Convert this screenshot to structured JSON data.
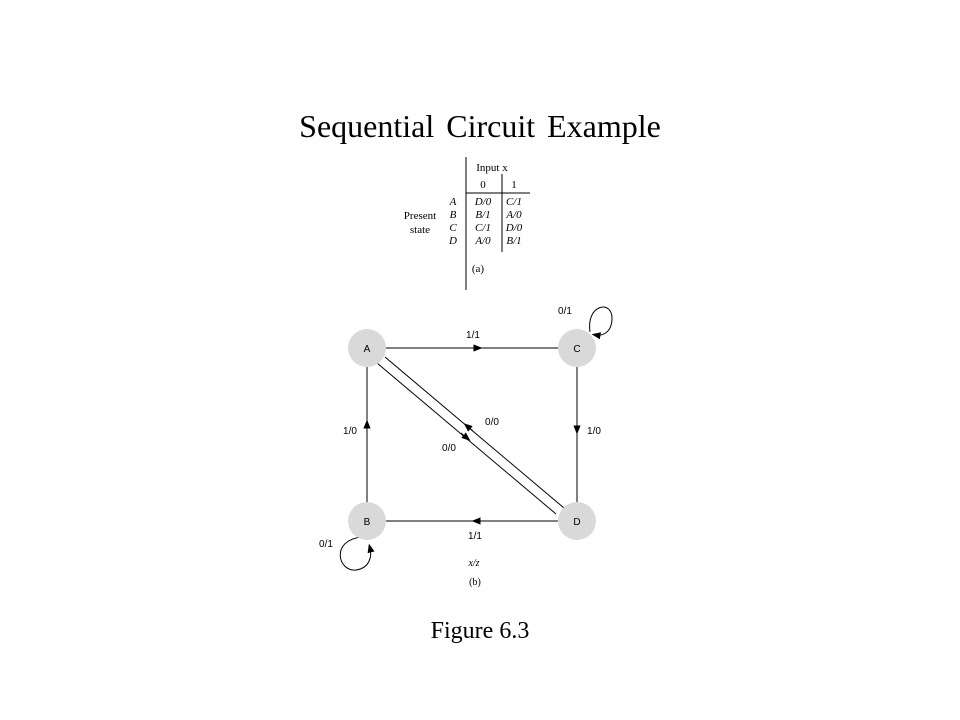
{
  "title": "Sequential Circuit Example",
  "caption": "Figure 6.3",
  "table": {
    "column_header": "Input x",
    "input_values": [
      "0",
      "1"
    ],
    "row_header_line1": "Present",
    "row_header_line2": "state",
    "rows": [
      {
        "state": "A",
        "x0": "D/0",
        "x1": "C/1"
      },
      {
        "state": "B",
        "x0": "B/1",
        "x1": "A/0"
      },
      {
        "state": "C",
        "x0": "C/1",
        "x1": "D/0"
      },
      {
        "state": "D",
        "x0": "A/0",
        "x1": "B/1"
      }
    ],
    "sublabel": "(a)"
  },
  "diagram": {
    "nodes": [
      "A",
      "C",
      "B",
      "D"
    ],
    "edge_labels": {
      "a_to_c": "1/1",
      "c_to_d": "1/0",
      "d_to_b": "1/1",
      "b_to_a": "1/0",
      "d_to_a": "0/0",
      "a_to_d": "0/0",
      "c_self": "0/1",
      "b_self": "0/1"
    },
    "legend": "x/z",
    "sublabel": "(b)"
  },
  "colors": {
    "node_fill": "#d9d9d9",
    "line": "#000000"
  }
}
